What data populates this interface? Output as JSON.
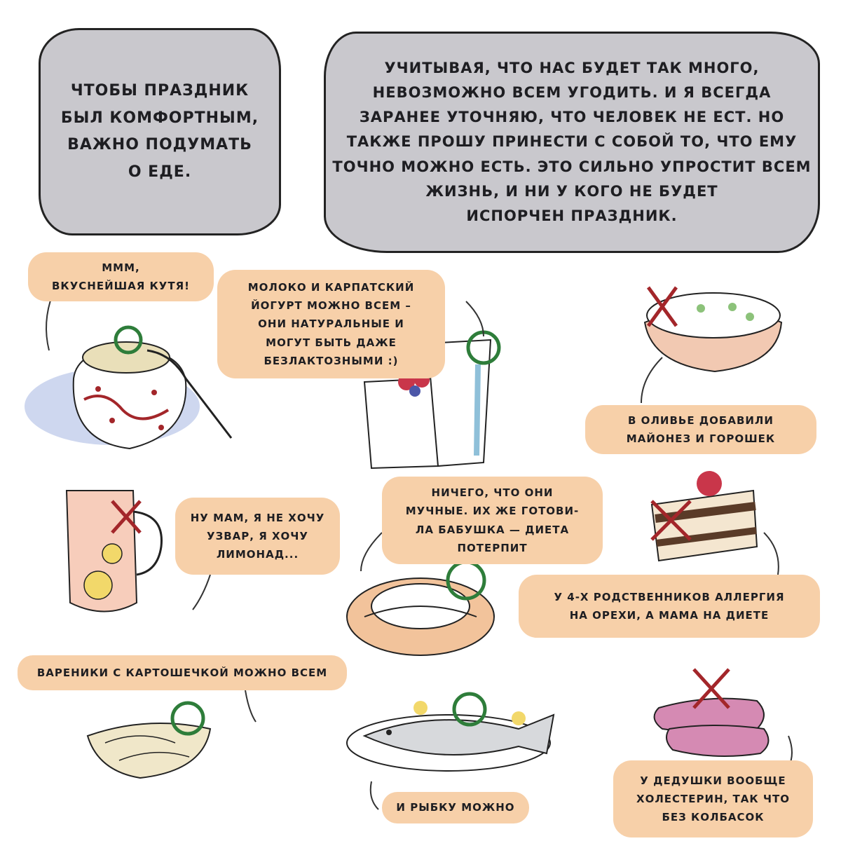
{
  "intro": {
    "left_text": "Чтобы праздник\nбыл комфортным,\nважно подумать\nо еде.",
    "right_text": "Учитывая, что нас будет ТАК много,\nневозможно всем угодить. И я всегда\nзаранее уточняю, что человек не ест. Но\nтакже прошу принести с собой то, что ему\nточно можно есть. Это сильно упростит всем\nжизнь, и ни у кого не будет\nиспорчен праздник."
  },
  "captions": {
    "kutya": "ммм,\nвкуснейшая кутя!",
    "milk": "Молоко и карпатский\nйогурт можно всем –\nони натуральные и\nмогут быть даже\nбезлактозными :)",
    "olivier": "В оливье добавили\nмайонез и горошек",
    "uzvar": "Ну мам, я не хочу\nузвар, я хочу\nлимонад...",
    "pastry": "Ничего, что они\nмучные. Их же готови-\nла бабушка — диета\nпотерпит",
    "cake": "У 4-х родственников аллергия\nна орехи, а мама на диете",
    "vareniki": "Вареники с картошечкой можно всем",
    "fish": "И рыбку можно",
    "sausage": "У дедушки вообще\nхолестерин, так что\nбез колбасок"
  },
  "colors": {
    "bubble_gray": "#c9c8cd",
    "caption_peach": "#f7d0a9",
    "ok_green": "#2e7d3a",
    "no_red": "#a3262a",
    "accent_blue": "#b9c6e8"
  }
}
